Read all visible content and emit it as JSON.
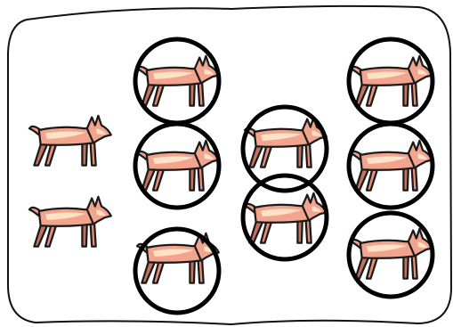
{
  "frame": {
    "border_color": "#111111",
    "background": "#ffffff"
  },
  "dog": {
    "icon": "dog-icon",
    "colors": {
      "outline": "#1a1a1a",
      "body_fill": "#f2a48e",
      "highlight": "#ffe1c6",
      "leg_shade": "#c2735f"
    }
  },
  "circle": {
    "icon": "circle-mark",
    "color": "#000000"
  },
  "groups": [
    {
      "name": "uncircled",
      "count": 2
    },
    {
      "name": "column-left-circled",
      "count": 3
    },
    {
      "name": "column-middle-circled",
      "count": 2
    },
    {
      "name": "column-right-circled",
      "count": 3
    }
  ],
  "totals": {
    "dogs": 10,
    "circled": 8
  }
}
